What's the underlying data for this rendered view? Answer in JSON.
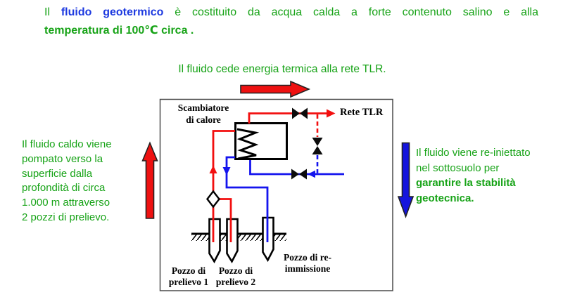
{
  "intro": {
    "prefix": "Il ",
    "highlight": "fluido geotermico",
    "rest": " è costituito da acqua calda a forte contenuto salino e alla",
    "line2": "temperatura di 100℃ circa ."
  },
  "caption": "Il fluido cede energia termica alla rete TLR.",
  "left_note": {
    "lines": [
      "Il fluido caldo viene",
      "pompato verso la",
      "superficie dalla",
      "profondità di circa",
      "1.000 m attraverso",
      "2 pozzi di prelievo."
    ]
  },
  "right_note": {
    "lines": [
      "Il fluido viene re-iniettato",
      "nel sottosuolo per",
      "garantire la stabilità",
      "geotecnica."
    ]
  },
  "diagram": {
    "heat_exchanger_label": {
      "line1": "Scambiatore",
      "line2": "di calore"
    },
    "rete_tlr_label": "Rete TLR",
    "well1_label": {
      "line1": "Pozzo di",
      "line2": "prelievo 1"
    },
    "well2_label": {
      "line1": "Pozzo di",
      "line2": "prelievo 2"
    },
    "well3_label": {
      "line1": "Pozzo di re-",
      "line2": "immissione"
    }
  },
  "colors": {
    "green_text": "#17a317",
    "blue_text": "#1e3ae0",
    "pipe_red": "#f20f0f",
    "pipe_blue": "#1414ee"
  }
}
